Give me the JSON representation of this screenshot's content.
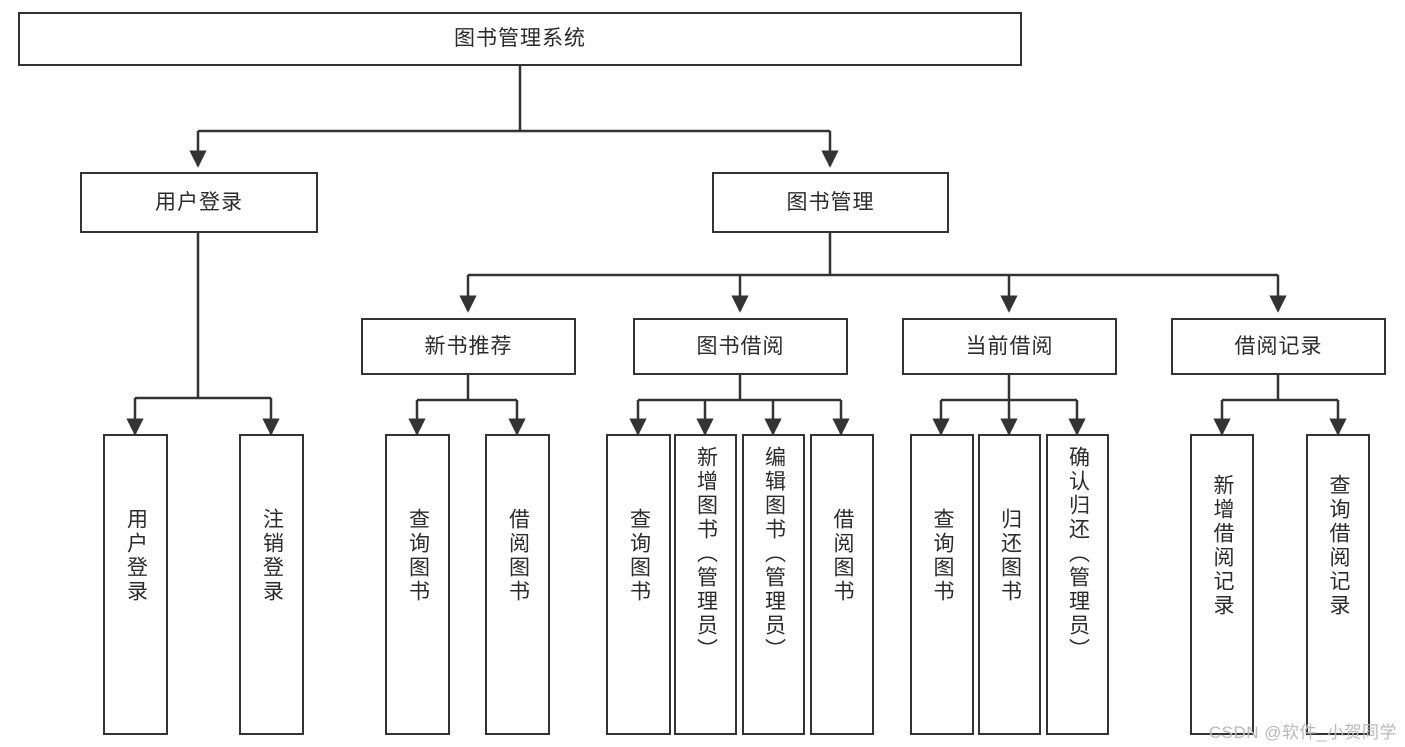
{
  "diagram": {
    "title": "图书管理系统",
    "type": "tree-hierarchy-diagram",
    "root": {
      "label": "图书管理系统"
    },
    "level2": [
      {
        "id": "user-login",
        "label": "用户登录"
      },
      {
        "id": "book-management",
        "label": "图书管理"
      }
    ],
    "level3": [
      {
        "id": "new-book-recommend",
        "label": "新书推荐",
        "parent": "book-management"
      },
      {
        "id": "book-borrow",
        "label": "图书借阅",
        "parent": "book-management"
      },
      {
        "id": "current-borrow",
        "label": "当前借阅",
        "parent": "book-management"
      },
      {
        "id": "borrow-record",
        "label": "借阅记录",
        "parent": "book-management"
      }
    ],
    "leaves": {
      "user-login": [
        {
          "id": "leaf-user-login",
          "label": "用户登录"
        },
        {
          "id": "leaf-user-logout",
          "label": "注销登录"
        }
      ],
      "new-book-recommend": [
        {
          "id": "leaf-query-book-1",
          "label": "查询图书"
        },
        {
          "id": "leaf-borrow-book-1",
          "label": "借阅图书"
        }
      ],
      "book-borrow": [
        {
          "id": "leaf-query-book-2",
          "label": "查询图书"
        },
        {
          "id": "leaf-add-book",
          "label": "新增图书（管理员）"
        },
        {
          "id": "leaf-edit-book",
          "label": "编辑图书（管理员）"
        },
        {
          "id": "leaf-borrow-book-2",
          "label": "借阅图书"
        }
      ],
      "current-borrow": [
        {
          "id": "leaf-query-book-3",
          "label": "查询图书"
        },
        {
          "id": "leaf-return-book",
          "label": "归还图书"
        },
        {
          "id": "leaf-confirm-return",
          "label": "确认归还（管理员）"
        }
      ],
      "borrow-record": [
        {
          "id": "leaf-add-record",
          "label": "新增借阅记录"
        },
        {
          "id": "leaf-query-record",
          "label": "查询借阅记录"
        }
      ]
    }
  },
  "watermark": {
    "text": "CSDN @软件_小贺同学"
  },
  "colors": {
    "background": "#ffffff",
    "node_border": "#333333",
    "node_fill": "#ffffff",
    "text": "#2b2b2b",
    "connector": "#333333",
    "watermark": "#b9b9b9"
  }
}
